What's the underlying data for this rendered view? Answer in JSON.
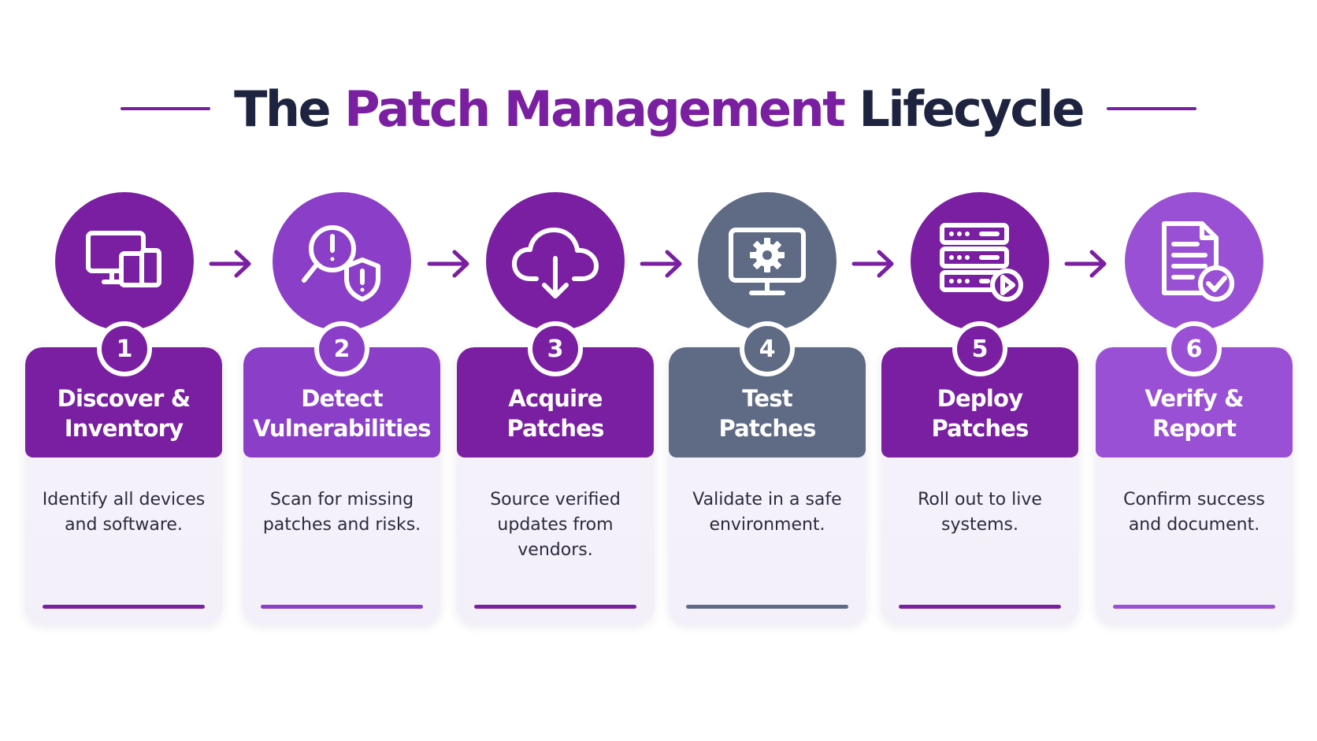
{
  "title": {
    "part1": "The",
    "accent": "Patch Management",
    "part2": "Lifecycle"
  },
  "colors": {
    "purple_dark": "#7a1fa2",
    "purple_mid": "#8b3ec7",
    "purple_light": "#9a50d4",
    "slate": "#5f6b85",
    "navy": "#1e2340",
    "card_bg": "#f4f0fa"
  },
  "steps": [
    {
      "number": "1",
      "title_line1": "Discover &",
      "title_line2": "Inventory",
      "desc_line1": "Identify all devices",
      "desc_line2": "and software.",
      "desc_line3": "",
      "icon": "devices-icon",
      "color": "#7a1fa2"
    },
    {
      "number": "2",
      "title_line1": "Detect",
      "title_line2": "Vulnerabilities",
      "desc_line1": "Scan for missing",
      "desc_line2": "patches and risks.",
      "desc_line3": "",
      "icon": "vulnerability-scan-icon",
      "color": "#8b3ec7"
    },
    {
      "number": "3",
      "title_line1": "Acquire",
      "title_line2": "Patches",
      "desc_line1": "Source verified",
      "desc_line2": "updates from",
      "desc_line3": "vendors.",
      "icon": "cloud-download-icon",
      "color": "#7a1fa2"
    },
    {
      "number": "4",
      "title_line1": "Test",
      "title_line2": "Patches",
      "desc_line1": "Validate in a safe",
      "desc_line2": "environment.",
      "desc_line3": "",
      "icon": "monitor-gear-icon",
      "color": "#5f6b85"
    },
    {
      "number": "5",
      "title_line1": "Deploy",
      "title_line2": "Patches",
      "desc_line1": "Roll out to live",
      "desc_line2": "systems.",
      "desc_line3": "",
      "icon": "server-deploy-icon",
      "color": "#7a1fa2"
    },
    {
      "number": "6",
      "title_line1": "Verify &",
      "title_line2": "Report",
      "desc_line1": "Confirm success",
      "desc_line2": "and document.",
      "desc_line3": "",
      "icon": "report-check-icon",
      "color": "#9a50d4"
    }
  ]
}
